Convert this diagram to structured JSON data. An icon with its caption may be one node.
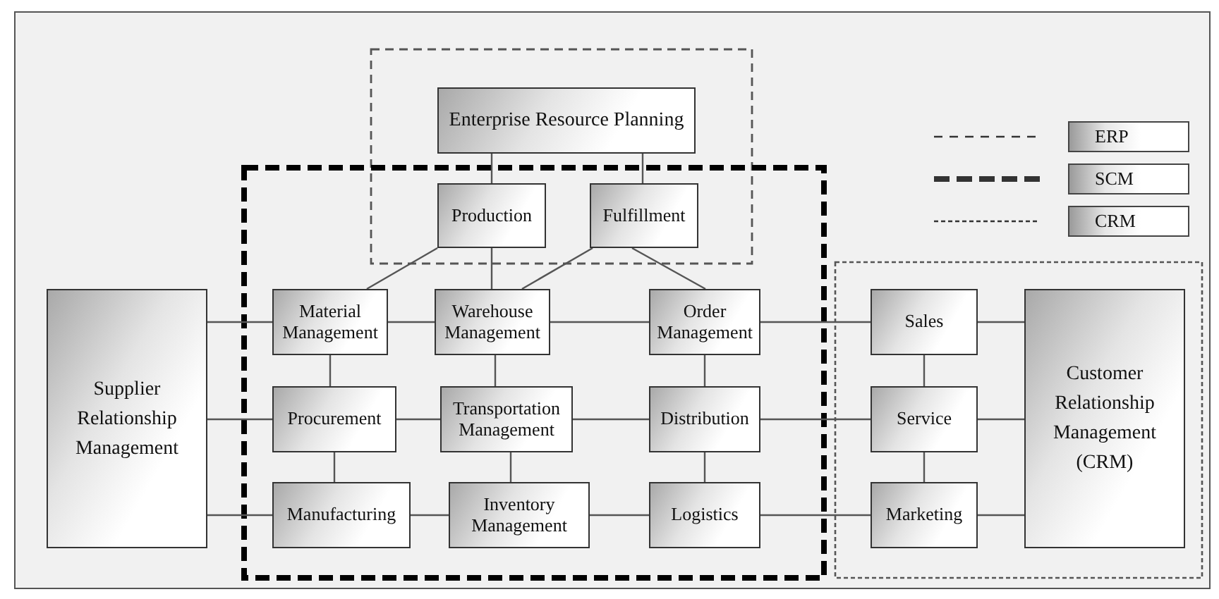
{
  "diagram": {
    "nodes": [
      {
        "text": [
          "Enterprise Resource Planning"
        ]
      },
      {
        "text": [
          "Production"
        ]
      },
      {
        "text": [
          "Fulfillment"
        ]
      },
      {
        "text": [
          "Supplier Relationship Management"
        ]
      },
      {
        "text": [
          "Material Management"
        ]
      },
      {
        "text": [
          "Warehouse Management"
        ]
      },
      {
        "text": [
          "Order Management"
        ]
      },
      {
        "text": [
          "Sales"
        ]
      },
      {
        "text": [
          "Customer Relationship Management (CRM)"
        ]
      },
      {
        "text": [
          "Procurement"
        ]
      },
      {
        "text": [
          "Transportation Management"
        ]
      },
      {
        "text": [
          "Distribution"
        ]
      },
      {
        "text": [
          "Service"
        ]
      },
      {
        "text": [
          "Manufacturing"
        ]
      },
      {
        "text": [
          "Inventory Management"
        ]
      },
      {
        "text": [
          "Logistics"
        ]
      },
      {
        "text": [
          "Marketing"
        ]
      }
    ],
    "edges": [
      {
        "from": 0,
        "to": 1,
        "arrow": "none"
      },
      {
        "from": 0,
        "to": 2,
        "arrow": "none"
      },
      {
        "from": 1,
        "to": 4,
        "arrow": "none"
      },
      {
        "from": 1,
        "to": 5,
        "arrow": "none"
      },
      {
        "from": 2,
        "to": 5,
        "arrow": "none"
      },
      {
        "from": 2,
        "to": 6,
        "arrow": "none"
      },
      {
        "from": 3,
        "to": 4,
        "arrow": "none"
      },
      {
        "from": 4,
        "to": 5,
        "arrow": "none"
      },
      {
        "from": 5,
        "to": 6,
        "arrow": "none"
      },
      {
        "from": 6,
        "to": 7,
        "arrow": "none"
      },
      {
        "from": 7,
        "to": 8,
        "arrow": "none"
      },
      {
        "from": 3,
        "to": 9,
        "arrow": "none"
      },
      {
        "from": 9,
        "to": 10,
        "arrow": "none"
      },
      {
        "from": 10,
        "to": 11,
        "arrow": "none"
      },
      {
        "from": 11,
        "to": 12,
        "arrow": "none"
      },
      {
        "from": 12,
        "to": 8,
        "arrow": "none"
      },
      {
        "from": 3,
        "to": 13,
        "arrow": "none"
      },
      {
        "from": 13,
        "to": 14,
        "arrow": "none"
      },
      {
        "from": 14,
        "to": 15,
        "arrow": "none"
      },
      {
        "from": 15,
        "to": 16,
        "arrow": "none"
      },
      {
        "from": 16,
        "to": 8,
        "arrow": "none"
      },
      {
        "from": 4,
        "to": 9,
        "arrow": "none"
      },
      {
        "from": 9,
        "to": 13,
        "arrow": "none"
      },
      {
        "from": 5,
        "to": 10,
        "arrow": "none"
      },
      {
        "from": 10,
        "to": 14,
        "arrow": "none"
      },
      {
        "from": 6,
        "to": 11,
        "arrow": "none"
      },
      {
        "from": 11,
        "to": 15,
        "arrow": "none"
      },
      {
        "from": 7,
        "to": 12,
        "arrow": "none"
      },
      {
        "from": 12,
        "to": 16,
        "arrow": "none"
      }
    ],
    "legend": [
      {
        "text": "ERP"
      },
      {
        "text": "SCM"
      },
      {
        "text": "CRM"
      }
    ]
  }
}
